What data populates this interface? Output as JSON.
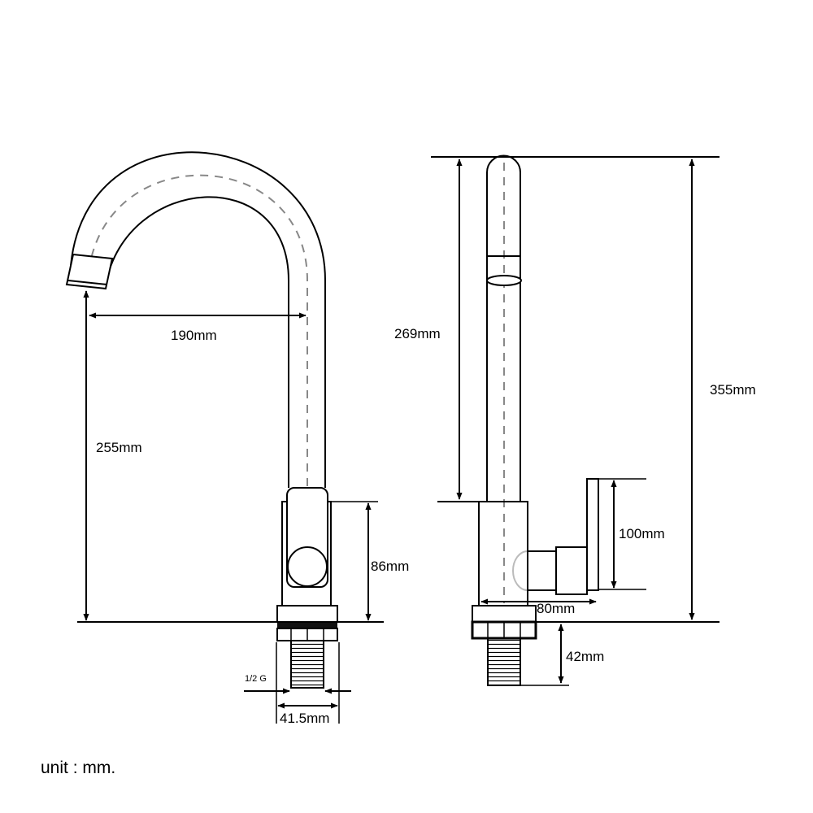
{
  "dimensions": {
    "spout_reach": "190mm",
    "spout_height": "255mm",
    "body_height_front": "86mm",
    "thread": "1/2 G",
    "base_diameter": "41.5mm",
    "spout_height_side": "269mm",
    "total_height": "355mm",
    "handle_height": "100mm",
    "handle_depth": "80mm",
    "thread_length": "42mm"
  },
  "footer": {
    "unit_label": "unit : mm."
  }
}
